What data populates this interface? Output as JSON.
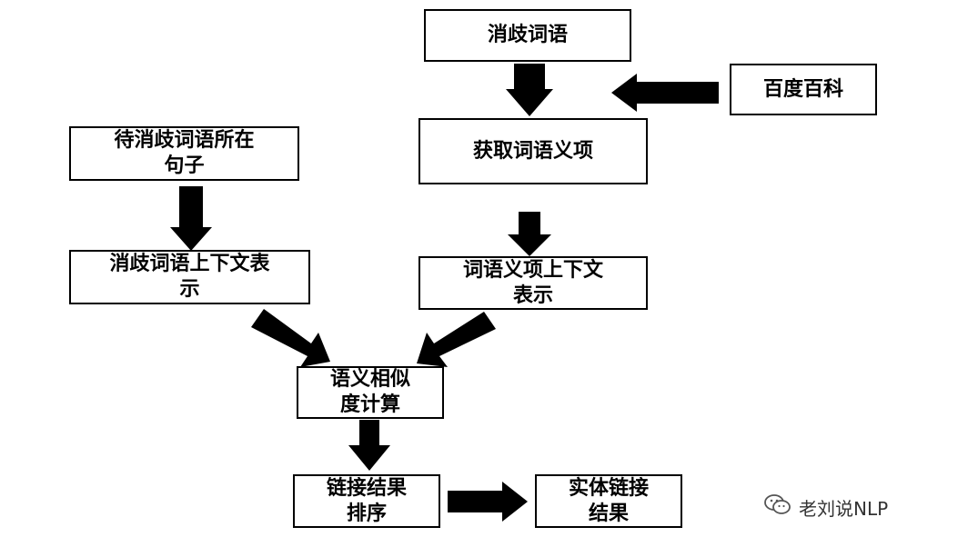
{
  "nodes": {
    "ambiguous_word": "消歧词语",
    "baidu_baike": "百度百科",
    "get_senses": "获取词语义项",
    "context_sentence": "待消歧词语所在\n句子",
    "word_context_repr": "消歧词语上下文表\n示",
    "sense_context_repr": "词语义项上下文\n表示",
    "similarity": "语义相似\n度计算",
    "rank_results": "链接结果\n排序",
    "entity_linking_result": "实体链接\n结果"
  },
  "watermark": {
    "text": "老刘说NLP",
    "icon": "wechat-icon"
  },
  "colors": {
    "arrow": "#000000",
    "border": "#000000"
  }
}
